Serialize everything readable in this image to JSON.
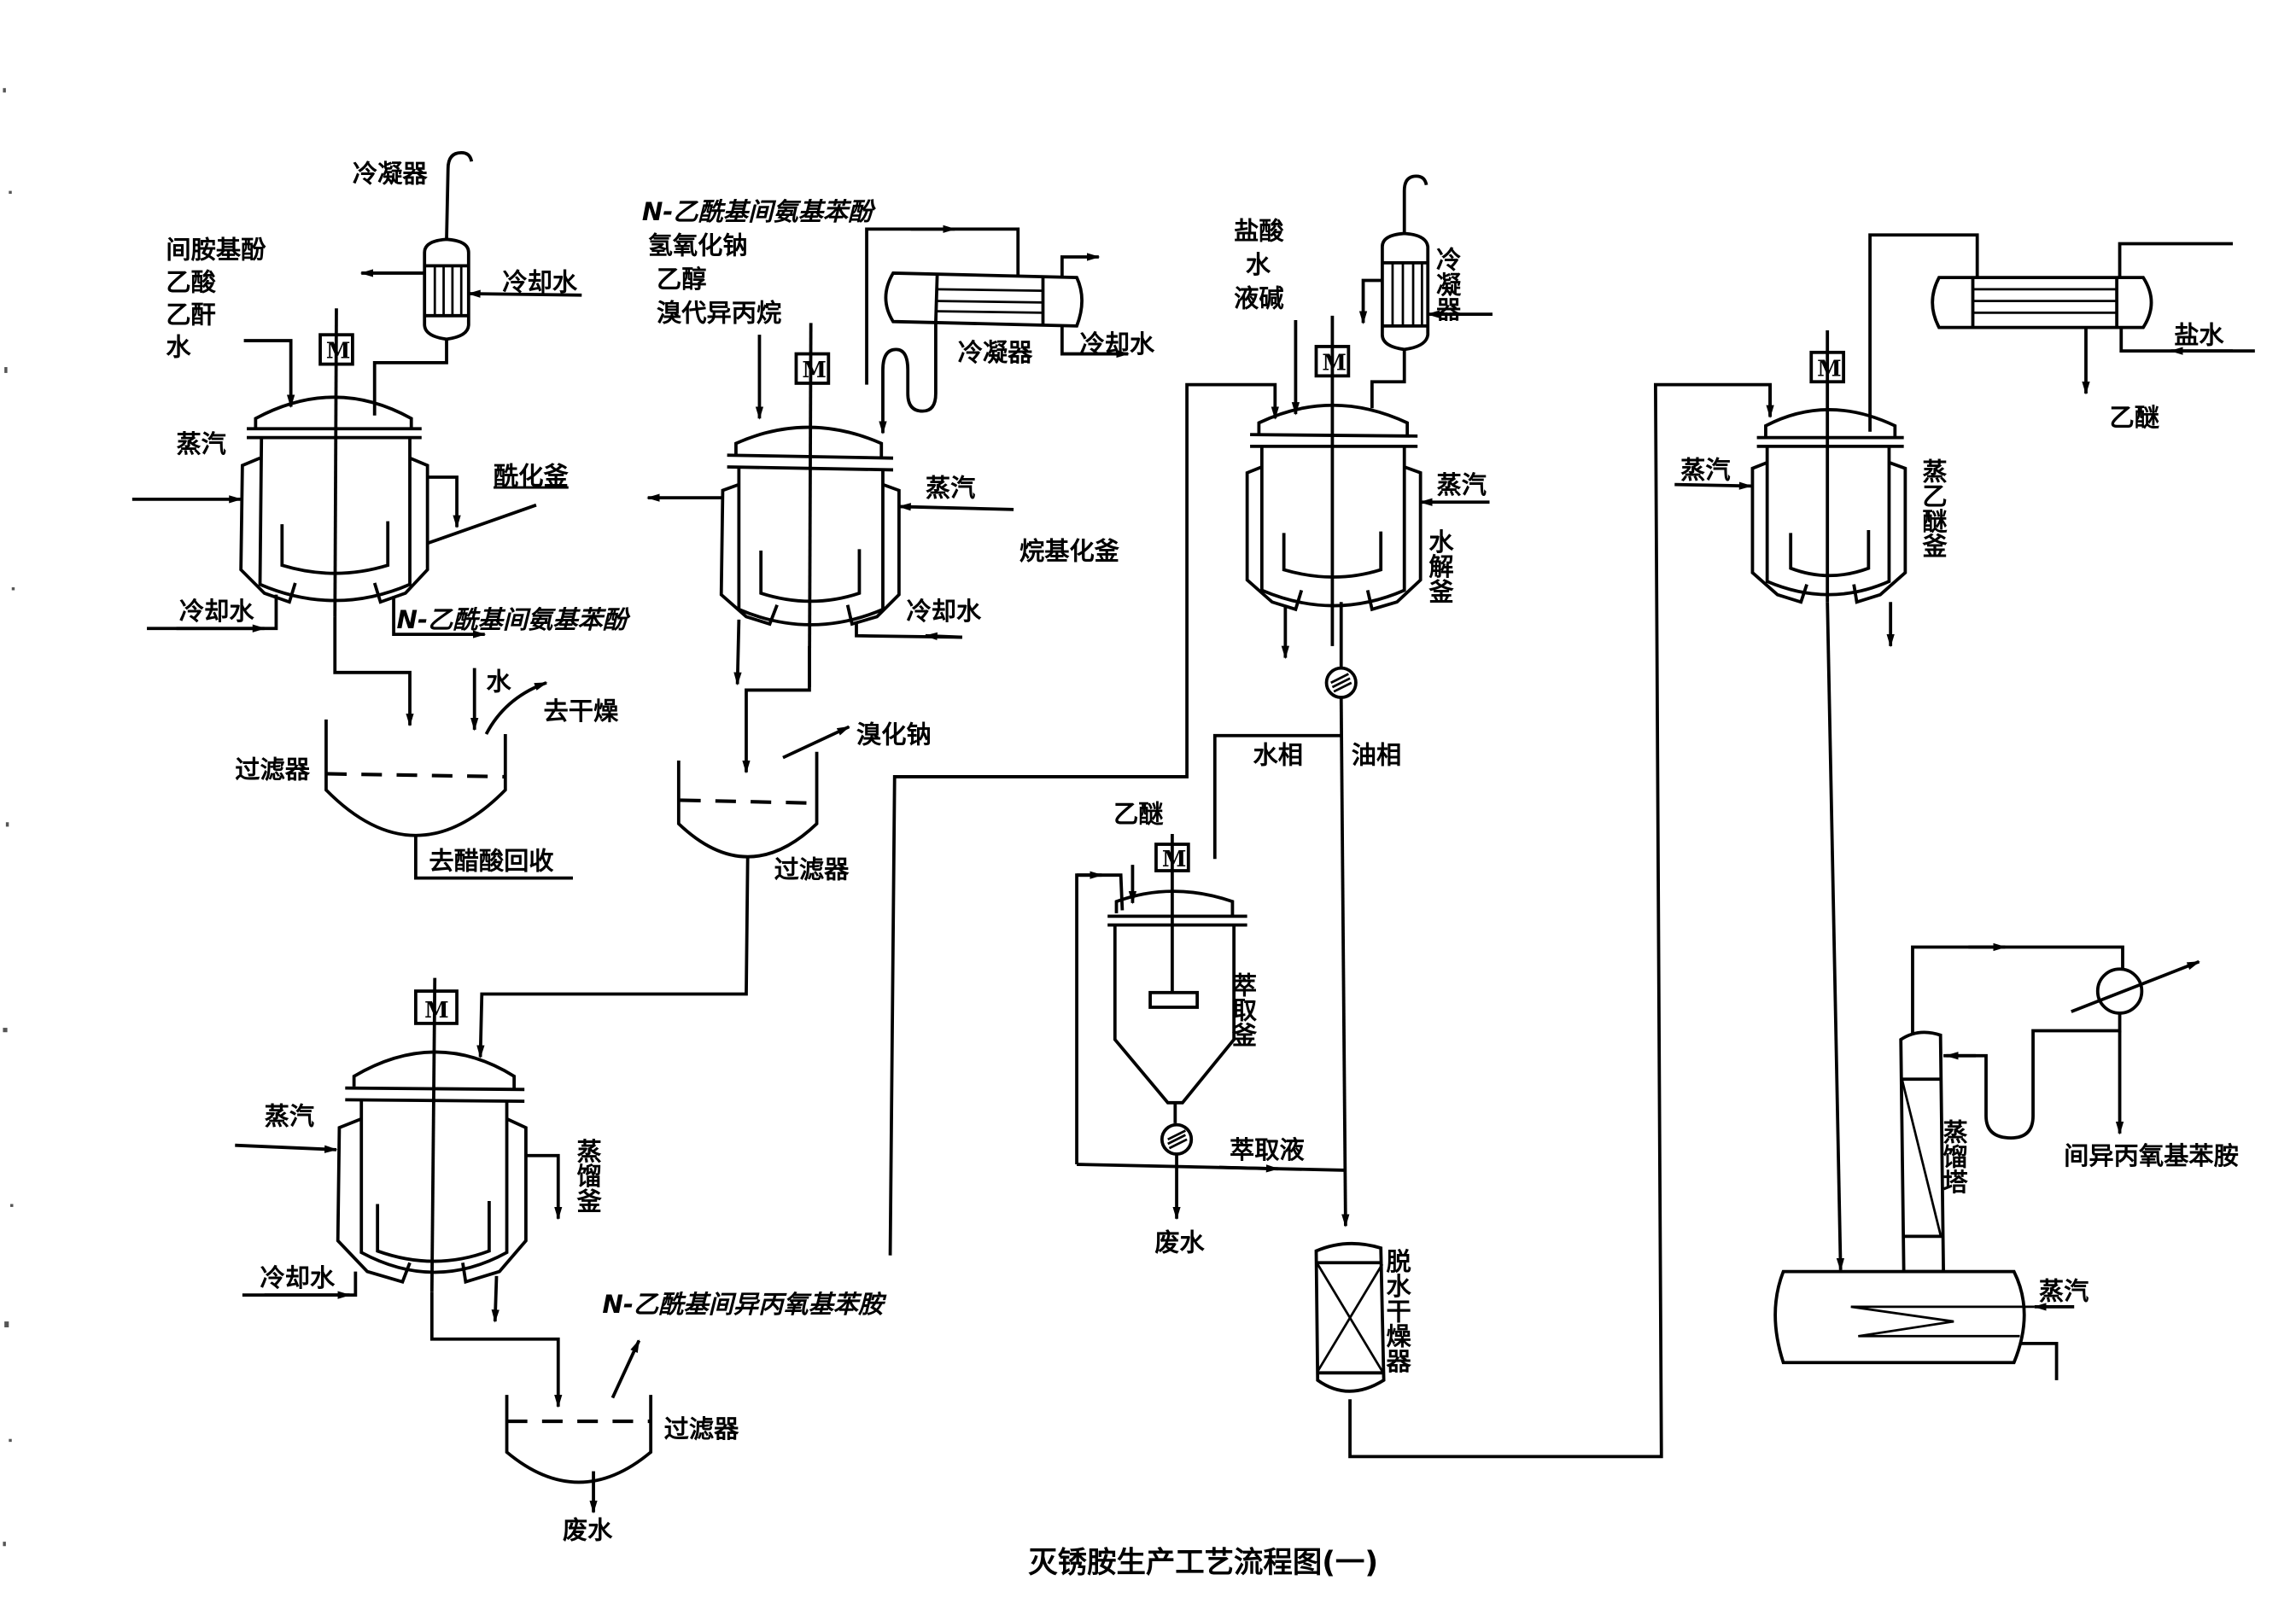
{
  "title": "灭锈胺生产工艺流程图(一)",
  "motor_label": "M",
  "units": {
    "acylation": {
      "name": "酰化釜",
      "condenser": "冷凝器",
      "feeds": [
        "间胺基酚",
        "乙酸",
        "乙酐",
        "水"
      ],
      "steam": "蒸汽",
      "cooling_water_in": "冷却水",
      "cooling_water_condenser": "冷却水",
      "product_out": "N-乙酰基间氨基苯酚"
    },
    "filter_1": {
      "name": "过滤器",
      "water_in": "水",
      "to_drying": "去干燥",
      "to_recovery": "去醋酸回收"
    },
    "alkylation": {
      "name": "烷基化釜",
      "feeds": [
        "N-乙酰基间氨基苯酚",
        "氢氧化钠",
        "乙醇",
        "溴代异丙烷"
      ],
      "condenser": "冷凝器",
      "cooling_water_condenser": "冷却水",
      "steam": "蒸汽",
      "cooling_water": "冷却水"
    },
    "filter_2": {
      "name": "过滤器",
      "byproduct": "溴化钠"
    },
    "distillation_kettle": {
      "name": "蒸馏釜",
      "steam": "蒸汽",
      "cooling_water": "冷却水"
    },
    "filter_3": {
      "name": "过滤器",
      "product": "N-乙酰基间异丙氧基苯胺",
      "waste": "废水"
    },
    "hydrolysis": {
      "name": "水解釜",
      "feeds": [
        "盐酸",
        "水",
        "液碱"
      ],
      "condenser": "冷凝器",
      "steam": "蒸汽",
      "water_phase": "水相",
      "oil_phase": "油相"
    },
    "extraction": {
      "name": "萃取釜",
      "feed": "乙醚",
      "extract": "萃取液",
      "waste": "废水"
    },
    "dryer": {
      "name": "脱水干燥器"
    },
    "ether_still": {
      "name": "蒸乙醚釜",
      "steam": "蒸汽",
      "brine": "盐水",
      "ether_out": "乙醚"
    },
    "column": {
      "name": "蒸馏塔",
      "steam": "蒸汽",
      "product": "间异丙氧基苯胺"
    }
  }
}
